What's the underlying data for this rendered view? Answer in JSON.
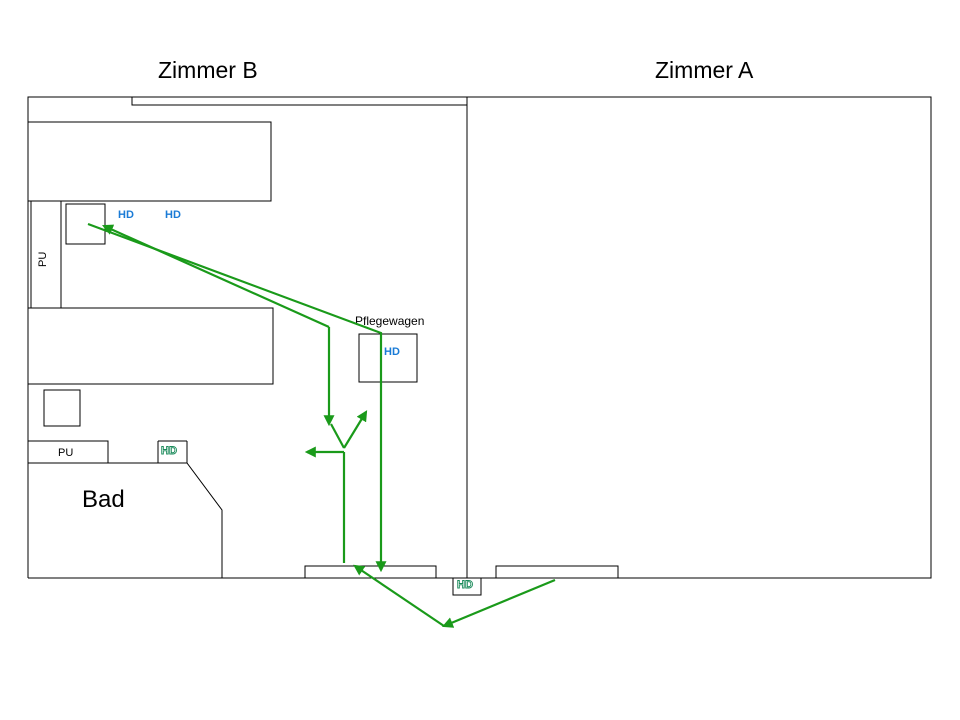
{
  "rooms": {
    "zimmer_b": "Zimmer B",
    "zimmer_a": "Zimmer A",
    "bad": "Bad"
  },
  "labels": {
    "pflegewagen": "Pflegewagen",
    "pu_vertical": "PU",
    "pu_horizontal": "PU"
  },
  "hd_markers": {
    "bed_left": "HD",
    "bed_right": "HD",
    "cart": "HD",
    "bath": "HD",
    "door": "HD"
  },
  "colors": {
    "walls": "#000000",
    "path": "#1a9a1a",
    "hd_blue": "#1a7bd6",
    "hd_green_outline": "#1a8a5a"
  }
}
